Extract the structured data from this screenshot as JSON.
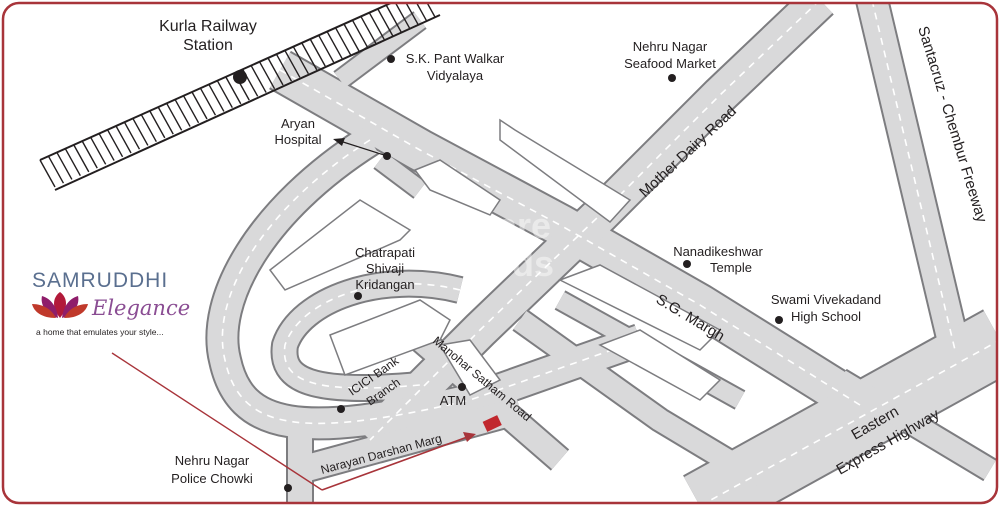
{
  "brand": {
    "name_line1": "Samruddhi",
    "name_line2": "Elegance",
    "tagline": "a home that emulates your style..."
  },
  "watermark": {
    "line1": "Square",
    "line2": "Yards"
  },
  "roads": {
    "mother_dairy": "Mother Dairy Road",
    "sg_margh": "S.G. Margh",
    "santacruz_chembur": "Santacruz - Chembur Freeway",
    "eastern_express_line1": "Eastern",
    "eastern_express_line2": "Express Highway",
    "manohar_satham": "Manohar Satham Road",
    "narayan_darshan": "Narayan Darshan Marg"
  },
  "landmarks": {
    "kurla_line1": "Kurla Railway",
    "kurla_line2": "Station",
    "sk_pant_line1": "S.K. Pant Walkar",
    "sk_pant_line2": "Vidyalaya",
    "nehru_seafood_line1": "Nehru Nagar",
    "nehru_seafood_line2": "Seafood Market",
    "aryan_line1": "Aryan",
    "aryan_line2": "Hospital",
    "chatrapati_line1": "Chatrapati",
    "chatrapati_line2": "Shivaji",
    "chatrapati_line3": "Kridangan",
    "nanadikeshwar_line1": "Nanadikeshwar",
    "nanadikeshwar_line2": "Temple",
    "swami_line1": "Swami Vivekadand",
    "swami_line2": "High School",
    "icici_line1": "ICICI Bank",
    "icici_line2": "Branch",
    "atm": "ATM",
    "police_line1": "Nehru Nagar",
    "police_line2": "Police Chowki"
  },
  "colors": {
    "border": "#a8343a",
    "road_fill": "#d9d9da",
    "road_edge": "#7d7d80",
    "block": "#ffffff",
    "site_marker": "#c1272d",
    "arrow": "#a8343a",
    "text": "#231f20"
  },
  "icons": {
    "landmark_marker": "dot-icon",
    "site_marker": "square-icon",
    "station_marker": "dot-icon",
    "logo": "lotus-icon"
  }
}
